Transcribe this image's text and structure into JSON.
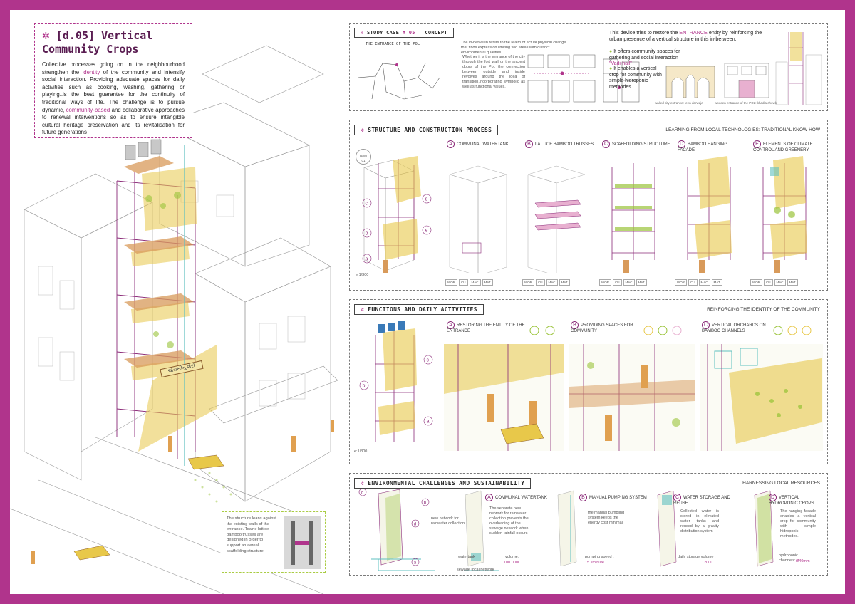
{
  "title_block": {
    "code": "[d.05]",
    "name": "Vertical Community Crops",
    "text_parts": [
      "Collective processes going on in the neighbourhood strengthen the ",
      "identity",
      " of the community and intensify social interaction. Providing adequate spaces for daily activities such as cooking, washing, gathering or playing..is the best guarantee for the continuity of traditional ways of life. The challenge is to pursue dynamic, ",
      "community-based",
      " and collaborative approaches to renewal interventions so as to ensure intangible cultural heritage preservation and its revitalisation for future generations"
    ]
  },
  "main_axonometric": {
    "sign_text": "ચૌરાસીનું શેરી",
    "note": "The structure leans against the existing walls of the entrance. Towne lattice bamboo trusses are designed in order to support an aereal scaffolding structure."
  },
  "concept": {
    "tag": "STUDY CASE",
    "case_number": "# 05",
    "title": "Concept",
    "map_label": "THE ENTRANCE OF THE POL",
    "intro_highlight": "in-between",
    "intro": "The in-between refers to the realm of actual physical change that finds expression limiting two areas with distinct environmental qualities",
    "body": "Whether it is the entrance of the city through the fort wall or the ancient doors of the Pol, the connection between outside and inside revolves around the idea of transition,incorporating symbolic as well as functional values.",
    "statement_parts": [
      "This device tries to restore the ",
      "ENTRANCE",
      " entity by reinforcing the urban presence of a    vertical structure in this in-between."
    ],
    "bullets": [
      {
        "text": "It offers community spaces for gathering and social interaction",
        "highlight": "\"Vadi-hall\""
      },
      {
        "text": "It enables a vertical crop for community with simple hidroponic methodes.",
        "highlight": ""
      }
    ],
    "elevation_captions": [
      "walled city entrance: teen darwaja",
      "wooden entrance of the POL: khadia chowk"
    ]
  },
  "structure": {
    "title": "Structure and Construction Process",
    "subtitle": "LEARNING FROM LOCAL TECHNOLOGIES: TRADITIONAL KNOW-HOW",
    "step_tag": [
      "BAM",
      "01"
    ],
    "scale": "e:1/300",
    "steps": [
      {
        "key": "a",
        "label": "COMMUNAL WATERTANK"
      },
      {
        "key": "b",
        "label": "LATTICE BAMBOO TRUSSES"
      },
      {
        "key": "c",
        "label": "SCAFFOLDING STRUCTURE"
      },
      {
        "key": "d",
        "label": "BAMBOO HANGING FACADE"
      },
      {
        "key": "e",
        "label": "ELEMENTS OF CLIMATE CONTROL AND GREENERY"
      }
    ],
    "chips": [
      "WOR",
      "CU",
      "MAC",
      "MAT"
    ]
  },
  "functions": {
    "title": "Functions and Daily Activities",
    "subtitle": "REINFORCING THE IDENTITY OF THE COMMUNITY",
    "scale": "e:1/300",
    "items": [
      {
        "key": "a",
        "label": "RESTORING THE ENTITY OF THE ENTRANCE"
      },
      {
        "key": "b",
        "label": "PROVIDING SPACES FOR COMMUNITY"
      },
      {
        "key": "c",
        "label": "VERTICAL ORCHARDS ON BAMBOO CHANNELS"
      }
    ]
  },
  "environment": {
    "title": "Environmental Challenges and Sustainability",
    "subtitle": "HARNESSING LOCAL RESOURCES",
    "items": [
      {
        "key": "a",
        "label": "COMMUNAL WATERTANK",
        "text": "The separate new network for rainwater collection prevents the overloading of the sewage network when sudden rainfall occurs",
        "metric_label": "volume:",
        "metric_value": "100.000l"
      },
      {
        "key": "b",
        "label": "MANUAL PUMPING SYSTEM",
        "text": "the manual pumpling system keeps the energy cost minimal",
        "metric_label": "pumping speed :",
        "metric_value": "15 l/minute"
      },
      {
        "key": "c",
        "label": "WATER STORAGE AND REUSE",
        "text": "Collected water is stored in elevated water tanks and reused by a gravity distribution system",
        "metric_label": "daily storage volume :",
        "metric_value": "1200l"
      },
      {
        "key": "d",
        "label": "VERTICAL HYDROPONIC CROPS",
        "text": "The hanging facade enables a vertical crop for community with simple hidroponic methodes.",
        "metric_label": "hydroponic channels:",
        "metric_value": "Ø40mm"
      }
    ],
    "network_labels": {
      "new_network": "new network for rainwater collection",
      "watertank": "watertank",
      "sewage": "sewage local network"
    }
  },
  "colors": {
    "frame": "#b0348c",
    "accent": "#b0348c",
    "bamboo": "#e8c84a",
    "greenery": "#9bc43b",
    "structure": "#8a2a78"
  }
}
